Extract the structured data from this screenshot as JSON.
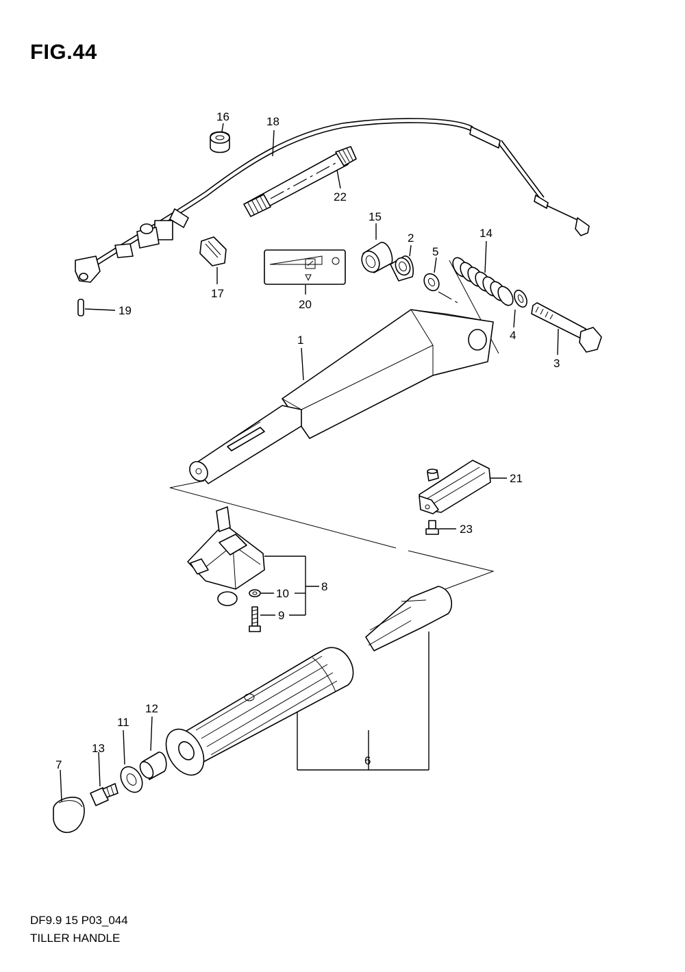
{
  "figure": {
    "title": "FIG.44",
    "code": "DF9.9 15 P03_044",
    "name": "TILLER HANDLE"
  },
  "callouts": {
    "c1": "1",
    "c2": "2",
    "c3": "3",
    "c4": "4",
    "c5": "5",
    "c6": "6",
    "c7": "7",
    "c8": "8",
    "c9": "9",
    "c10": "10",
    "c11": "11",
    "c12": "12",
    "c13": "13",
    "c14": "14",
    "c15": "15",
    "c16": "16",
    "c17": "17",
    "c18": "18",
    "c19": "19",
    "c20": "20",
    "c21": "21",
    "c22": "22",
    "c23": "23"
  }
}
